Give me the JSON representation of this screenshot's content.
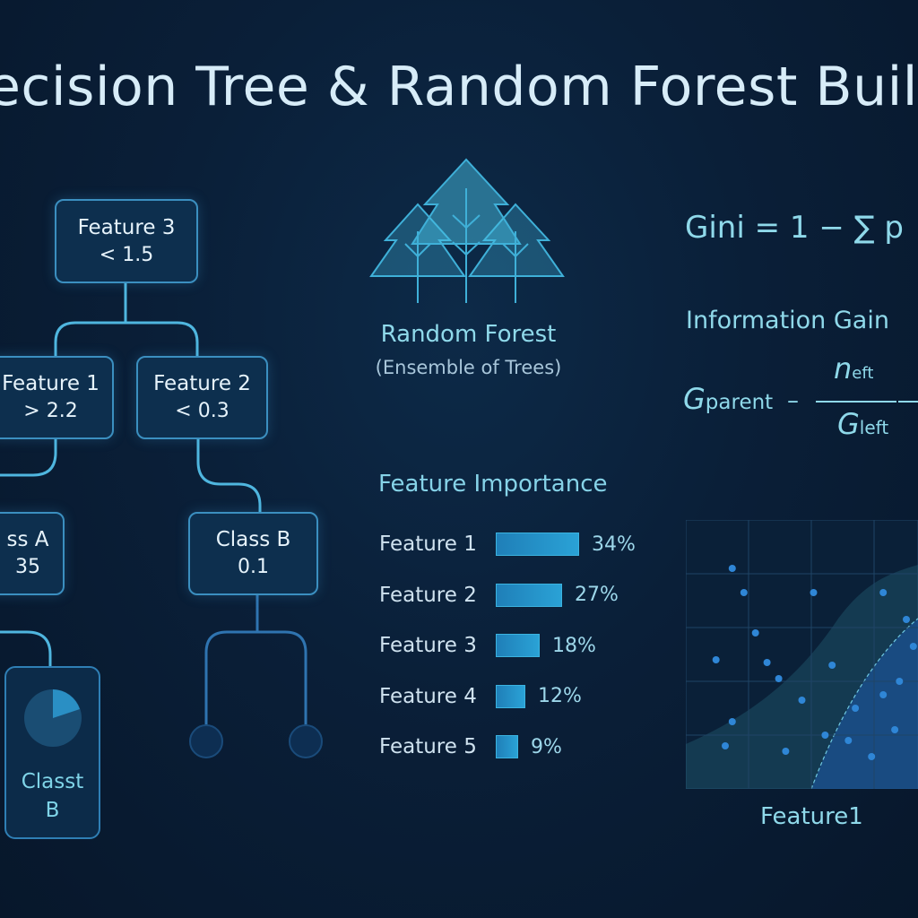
{
  "title": "ecision Tree & Random Forest Builde",
  "tree": {
    "root": {
      "line1": "Feature 3",
      "line2": "< 1.5"
    },
    "left": {
      "line1": "Feature 1",
      "line2": "> 2.2"
    },
    "right": {
      "line1": "Feature 2",
      "line2": "< 0.3"
    },
    "leaf_a": {
      "line1": "ss A",
      "line2": "35"
    },
    "leaf_b": {
      "line1": "Class B",
      "line2": "0.1"
    },
    "leaf_pie": {
      "line1": "Classt",
      "line2": "B"
    }
  },
  "forest": {
    "title": "Random Forest",
    "subtitle": "(Ensemble of Trees)"
  },
  "formulas": {
    "gini": "Gini = 1 − ∑ p",
    "ig_title": "Information Gain",
    "g": "G",
    "parent": "parent",
    "minus": "–",
    "n": "n",
    "eft": "eft",
    "g2": "G",
    "left": "left"
  },
  "feature_importance": {
    "title": "Feature Importance",
    "items": [
      {
        "label": "Feature 1",
        "value": 34,
        "text": "34%"
      },
      {
        "label": "Feature 2",
        "value": 27,
        "text": "27%"
      },
      {
        "label": "Feature 3",
        "value": 18,
        "text": "18%"
      },
      {
        "label": "Feature 4",
        "value": 12,
        "text": "12%"
      },
      {
        "label": "Feature 5",
        "value": 9,
        "text": "9%"
      }
    ]
  },
  "chart_data": {
    "type": "scatter",
    "xlabel": "Feature1",
    "grid": true,
    "points": [
      [
        0.2,
        0.82
      ],
      [
        0.25,
        0.73
      ],
      [
        0.55,
        0.73
      ],
      [
        0.85,
        0.73
      ],
      [
        0.3,
        0.58
      ],
      [
        0.35,
        0.47
      ],
      [
        0.63,
        0.46
      ],
      [
        0.4,
        0.41
      ],
      [
        0.13,
        0.48
      ],
      [
        0.5,
        0.33
      ],
      [
        0.2,
        0.25
      ],
      [
        0.6,
        0.2
      ],
      [
        0.17,
        0.16
      ],
      [
        0.43,
        0.14
      ],
      [
        0.95,
        0.63
      ],
      [
        0.92,
        0.4
      ],
      [
        0.73,
        0.3
      ],
      [
        0.85,
        0.35
      ],
      [
        0.7,
        0.18
      ],
      [
        0.8,
        0.12
      ],
      [
        0.9,
        0.22
      ],
      [
        0.98,
        0.53
      ]
    ]
  },
  "colors": {
    "accent": "#3b8fc0",
    "bar": "#2aa2d6",
    "text_accent": "#8fd9ea"
  }
}
